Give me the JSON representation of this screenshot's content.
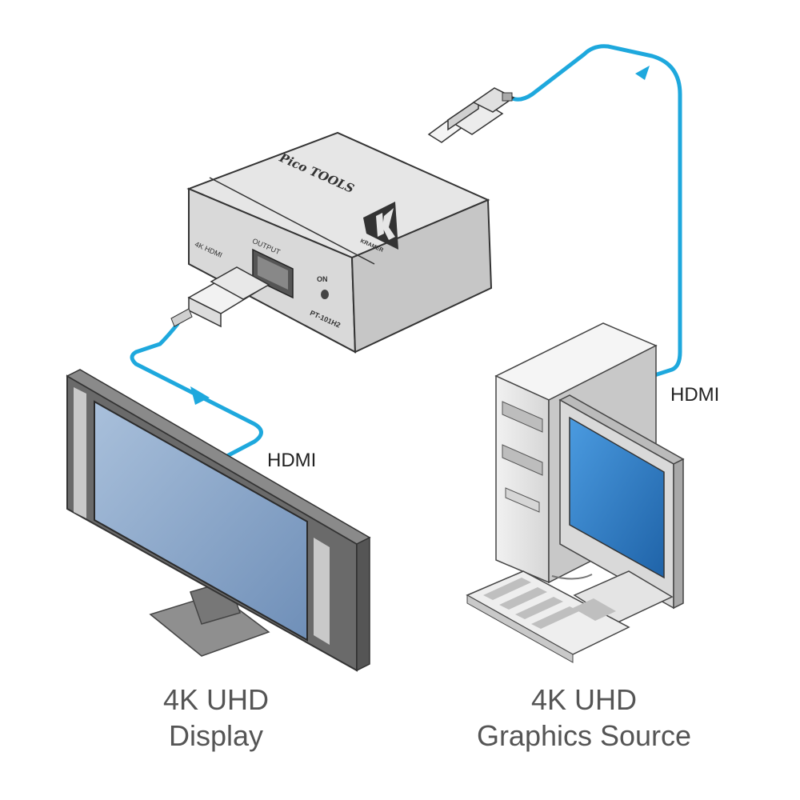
{
  "device": {
    "series": "Pico TOOLS",
    "brand": "KRAMER",
    "output_label": "OUTPUT",
    "port_label": "4K HDMI",
    "on_label": "ON",
    "model": "PT-101H2"
  },
  "cables": {
    "left_label": "HDMI",
    "right_label": "HDMI",
    "color": "#1ea8dd",
    "signal_direction_left": "device-to-display",
    "signal_direction_right": "source-to-device"
  },
  "display": {
    "caption_line1": "4K UHD",
    "caption_line2": "Display"
  },
  "source": {
    "caption_line1": "4K UHD",
    "caption_line2": "Graphics Source"
  },
  "colors": {
    "cable": "#1ea8dd",
    "device_body": "#e2e2e2",
    "screen": "#8aa6c9",
    "source_screen": "#2e7fc4"
  }
}
